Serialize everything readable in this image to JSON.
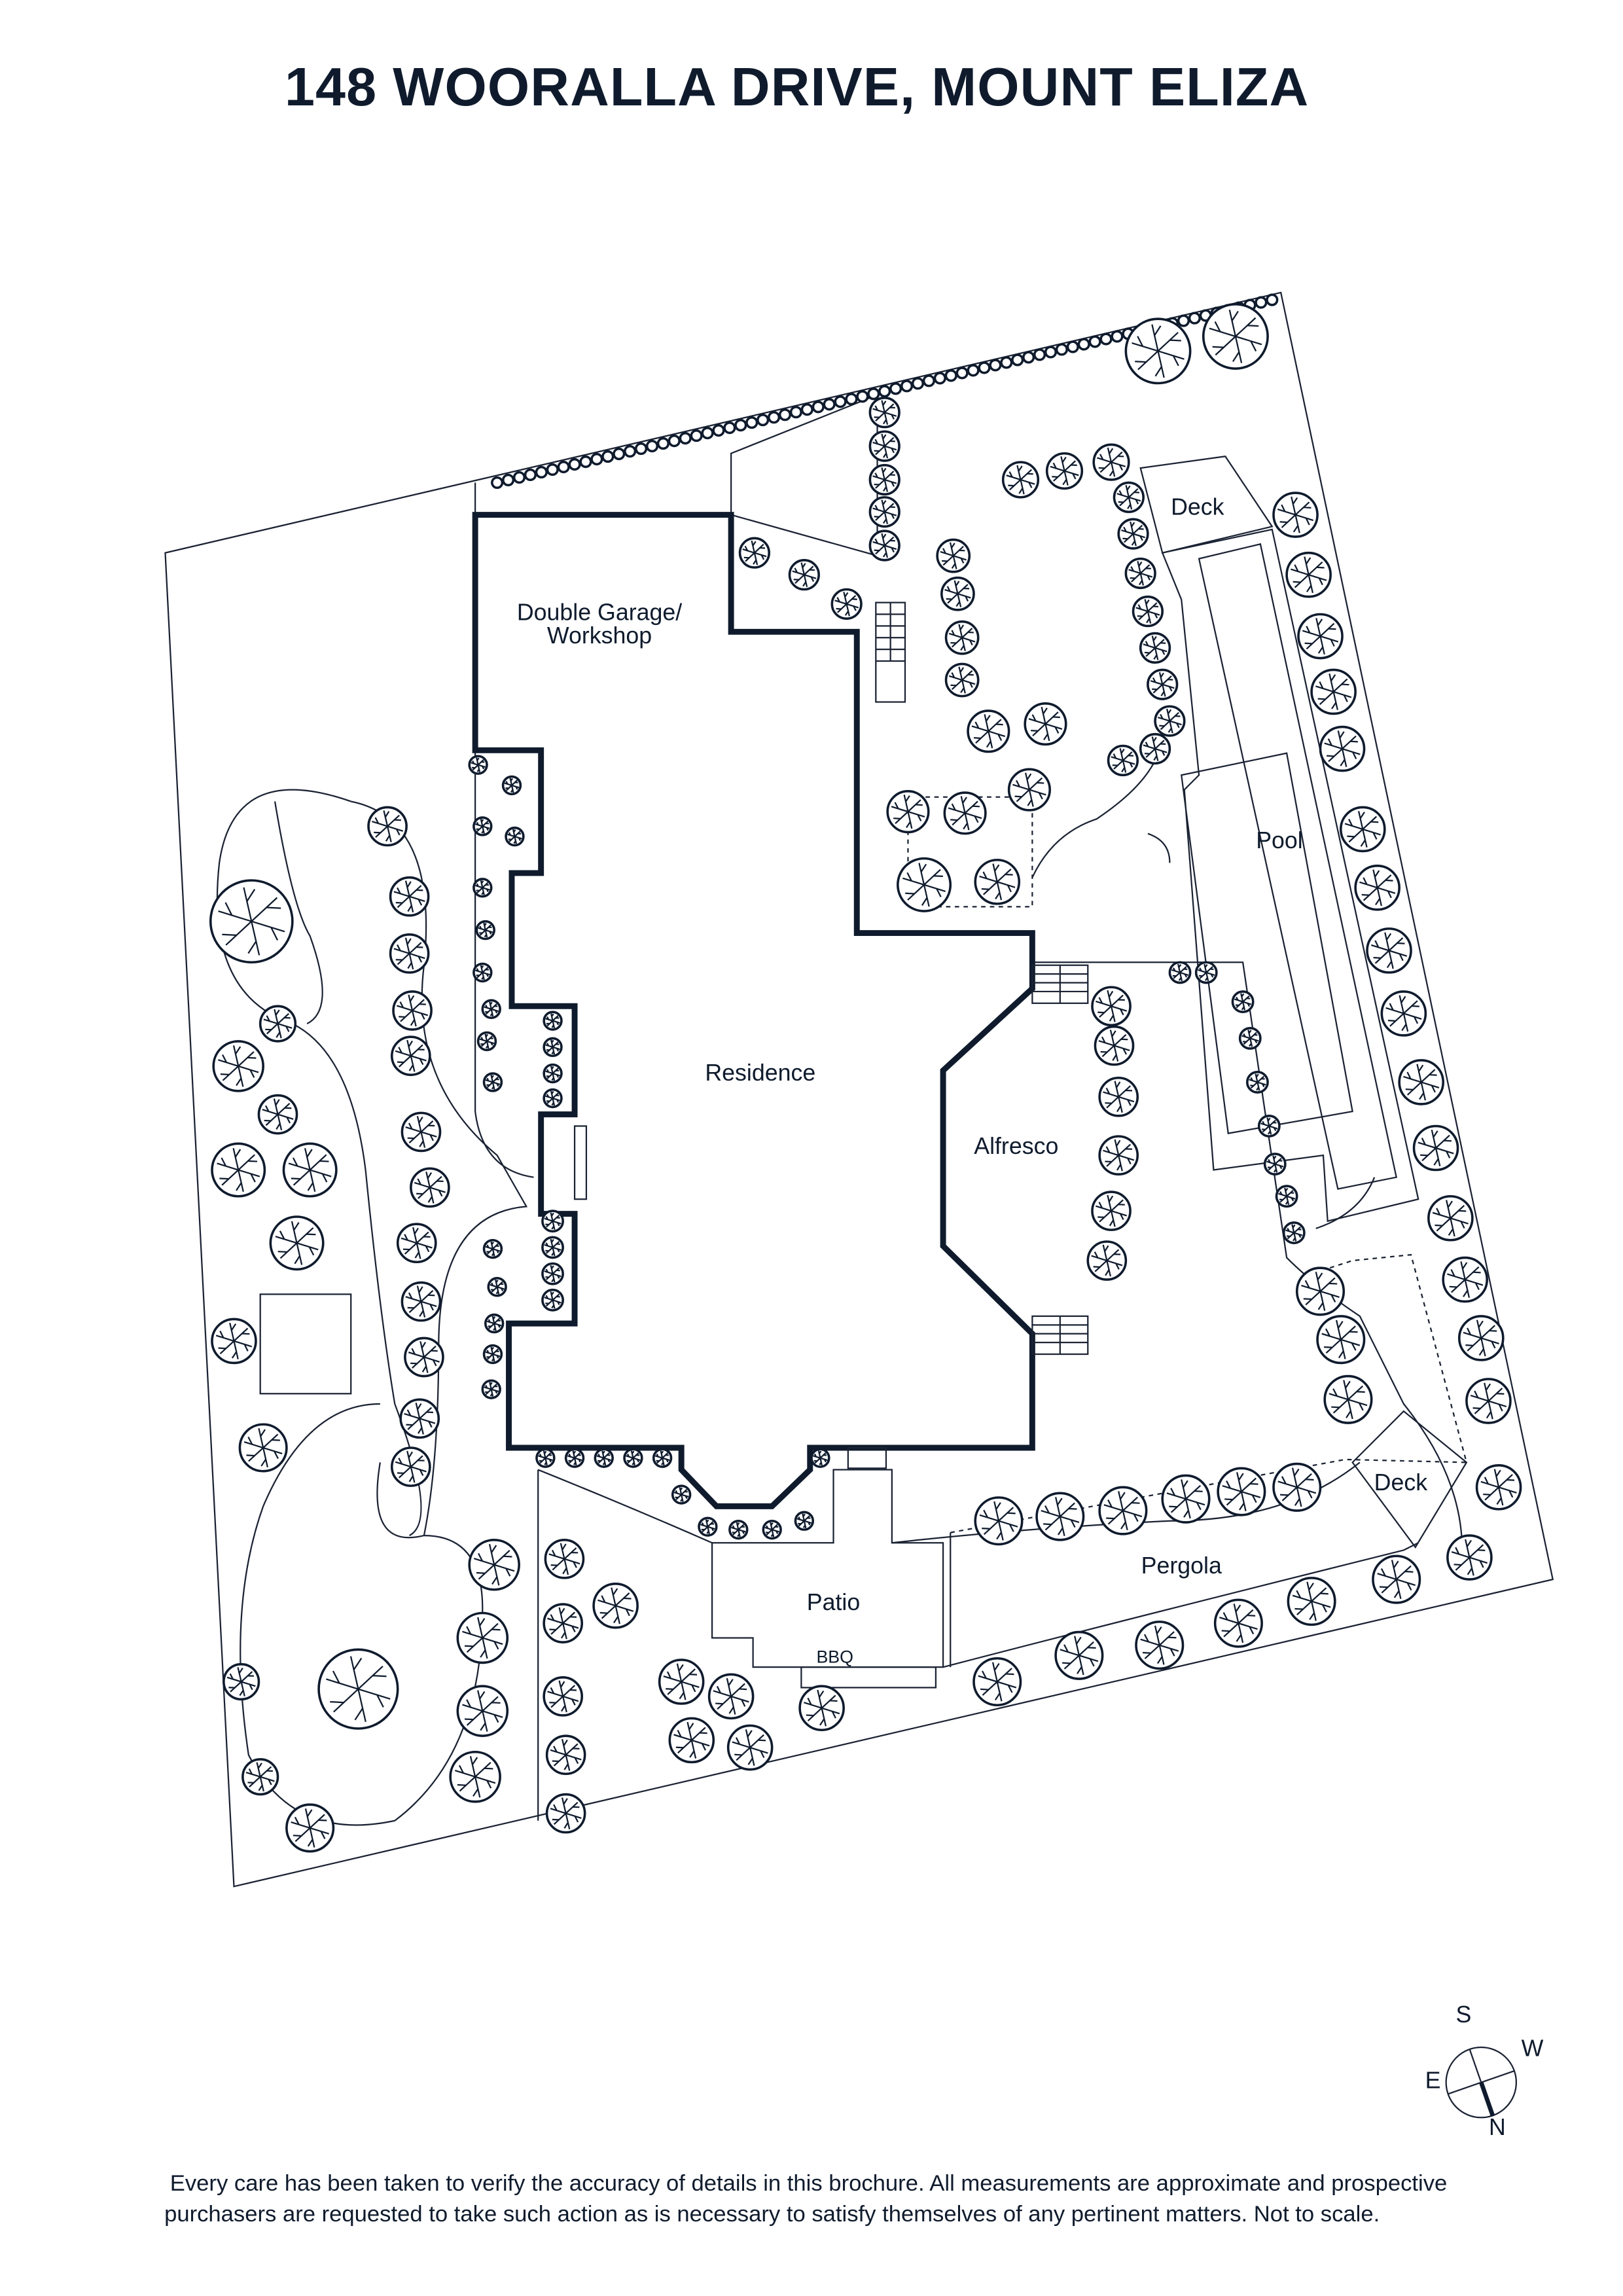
{
  "title": "148 WOORALLA DRIVE, MOUNT ELIZA",
  "rooms": {
    "garage_line1": "Double Garage/",
    "garage_line2": "Workshop",
    "residence": "Residence",
    "alfresco": "Alfresco",
    "pool": "Pool",
    "deck_top": "Deck",
    "deck_bottom": "Deck",
    "pergola": "Pergola",
    "patio": "Patio",
    "bbq": "BBQ"
  },
  "compass": {
    "s": "S",
    "w": "W",
    "e": "E",
    "n": "N"
  },
  "disclaimer": {
    "line1": "Every care has been taken to verify the accuracy of details in this brochure. All measurements are approximate and prospective",
    "line2": "purchasers are requested to take such action as is necessary to satisfy themselves of any pertinent matters. Not to scale."
  },
  "colors": {
    "ink": "#0f1b2d",
    "background": "#ffffff"
  }
}
